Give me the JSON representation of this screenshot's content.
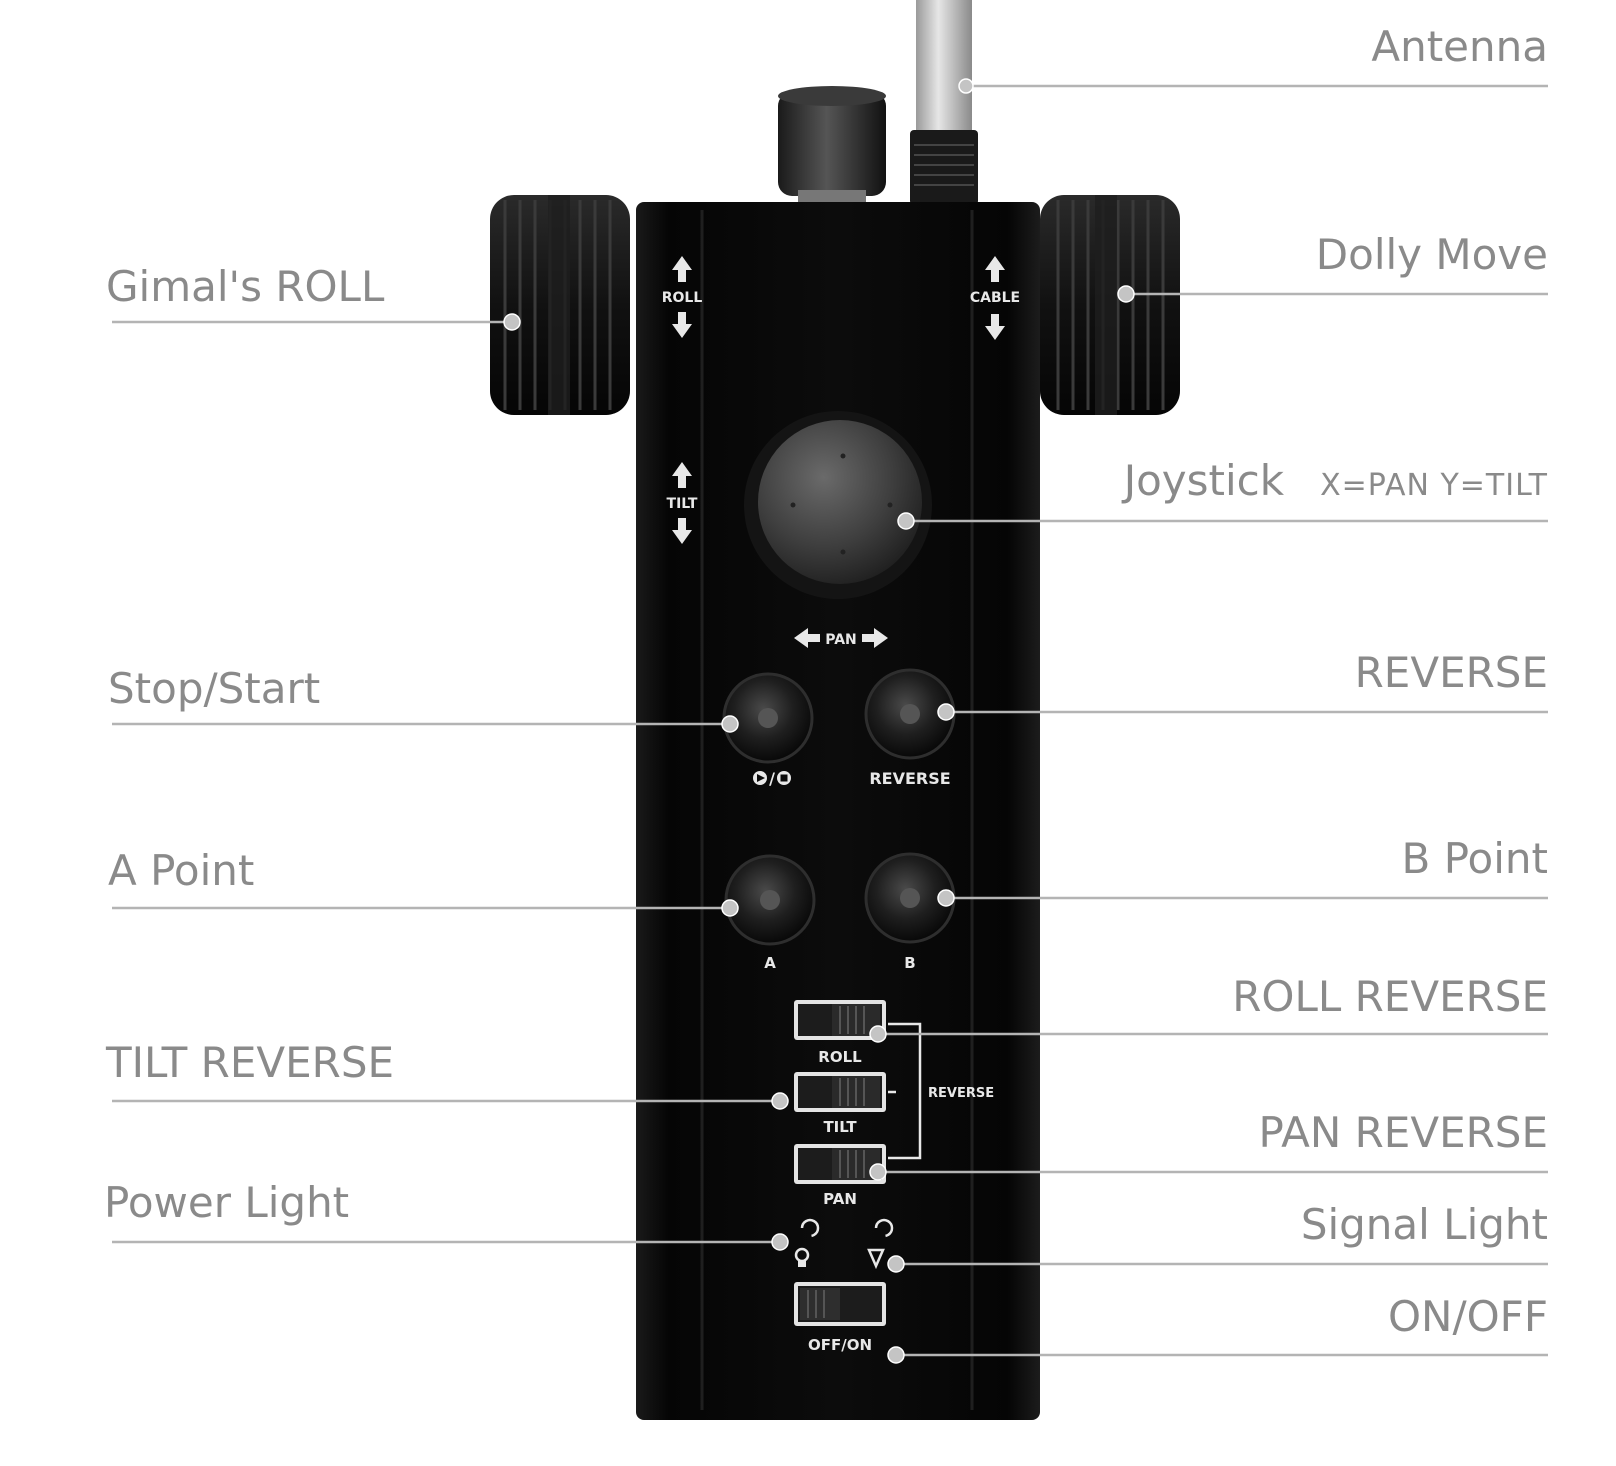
{
  "callouts": {
    "antenna": "Antenna",
    "dolly_move": "Dolly Move",
    "gimbal_roll": "Gimal's ROLL",
    "joystick": "Joystick",
    "joystick_axes": "X=PAN  Y=TILT",
    "stop_start": "Stop/Start",
    "reverse": "REVERSE",
    "a_point": "A Point",
    "b_point": "B Point",
    "roll_reverse": "ROLL REVERSE",
    "tilt_reverse": "TILT REVERSE",
    "pan_reverse": "PAN REVERSE",
    "power_light": "Power Light",
    "signal_light": "Signal Light",
    "on_off": "ON/OFF"
  },
  "device_labels": {
    "roll": "ROLL",
    "cable": "CABLE",
    "tilt": "TILT",
    "pan": "PAN",
    "reverse_button": "REVERSE",
    "a_button": "A",
    "b_button": "B",
    "roll_switch": "ROLL",
    "tilt_switch": "TILT",
    "pan_switch": "PAN",
    "reverse_bracket": "REVERSE",
    "off_on": "OFF/ON"
  },
  "icons": {
    "play_stop": "play-stop-icon",
    "power_light": "bulb-icon",
    "signal_light": "signal-icon"
  },
  "colors": {
    "callout_text": "#8a8a8a",
    "leader_line": "#b4b4b4",
    "device_body": "#0b0b0b",
    "silkscreen": "#e8e8e8"
  }
}
